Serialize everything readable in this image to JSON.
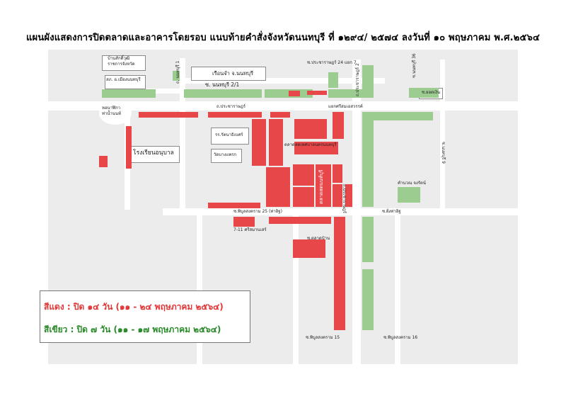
{
  "title": "แผนผังแสดงการปิดตลาดและอาคารโดยรอบ แนบท้ายคำสั่งจังหวัดนนทบุรี ที่ ๑๒๙๔/ ๒๕๗๔ ลงวันที่ ๑๐ พฤษภาคม พ.ศ.๒๕๖๔",
  "labels": {
    "ban_sak": "บ้านสักดิ์วุฒิ",
    "ratchakarn": "ราชการจังหวัด",
    "sorchor_muang": "สภ. อ.เมืองนนทบุรี",
    "nonthaburi1": "ถ. นนทบุรี 1",
    "ruean_cham": "เรือนจำ จ.นนทบุรี",
    "soi_nonthaburi_21": "ซ. นนทบุรี 2/1",
    "pracharat_24": "ซ.ประชาราษฎร์ 24 แยก 7",
    "soi_36": "ซ.นนทบุรี 36",
    "pracharat_2_v": "ถ.ประชาราษฎร์ 2",
    "soi_right": "ซ.ยอดเงิน",
    "hor_nalika": "หอนาฬิกา",
    "tha_nam": "ท่าน้ำนนท์",
    "pracharat_road": "ถ.ประชาราษฎร์",
    "yaek": "แยกศรีสมเอสวรรค์",
    "soi_right_v": "ซ.นนทบุรี 9",
    "sor_rattana": "รร.รัตนาธิเบศร์",
    "market_name": "ตลาดสดเทศบาลนครนนทบุรี",
    "rongrean": "โรงเรียนอนุบาล",
    "wat": "วัดบางแพรก",
    "talad_nonthaburi": "ตลาดสดนนท์บุรี",
    "pracharat_v2": "ถ.ประชาราษฎร์",
    "kham_rong": "คำนวณ จงรัตน์",
    "soi_25": "ซ.พิบูลสงคราม 25 (ท่าอิฐ)",
    "soi_mak": "ซ.ฝั่งท่าอิฐ",
    "seven": "7-11 ศรีสมานเสร์",
    "soi_market": "ซ.ตลาดบ้าน",
    "soi_bottom1": "ซ.พิบูลสงคราม 15",
    "soi_bottom2": "ซ.พิบูลสงคราม 16"
  },
  "legend": {
    "red": "สีแดง : ปิด ๑๔ วัน (๑๑ - ๒๔ พฤษภาคม ๒๕๖๔)",
    "green": "สีเขียว : ปิด ๗ วัน (๑๑ - ๑๗ พฤษภาคม ๒๕๖๔)"
  },
  "colors": {
    "red_zone": "#e8474a",
    "green_zone": "#9ccc8f",
    "background": "#ececec"
  }
}
